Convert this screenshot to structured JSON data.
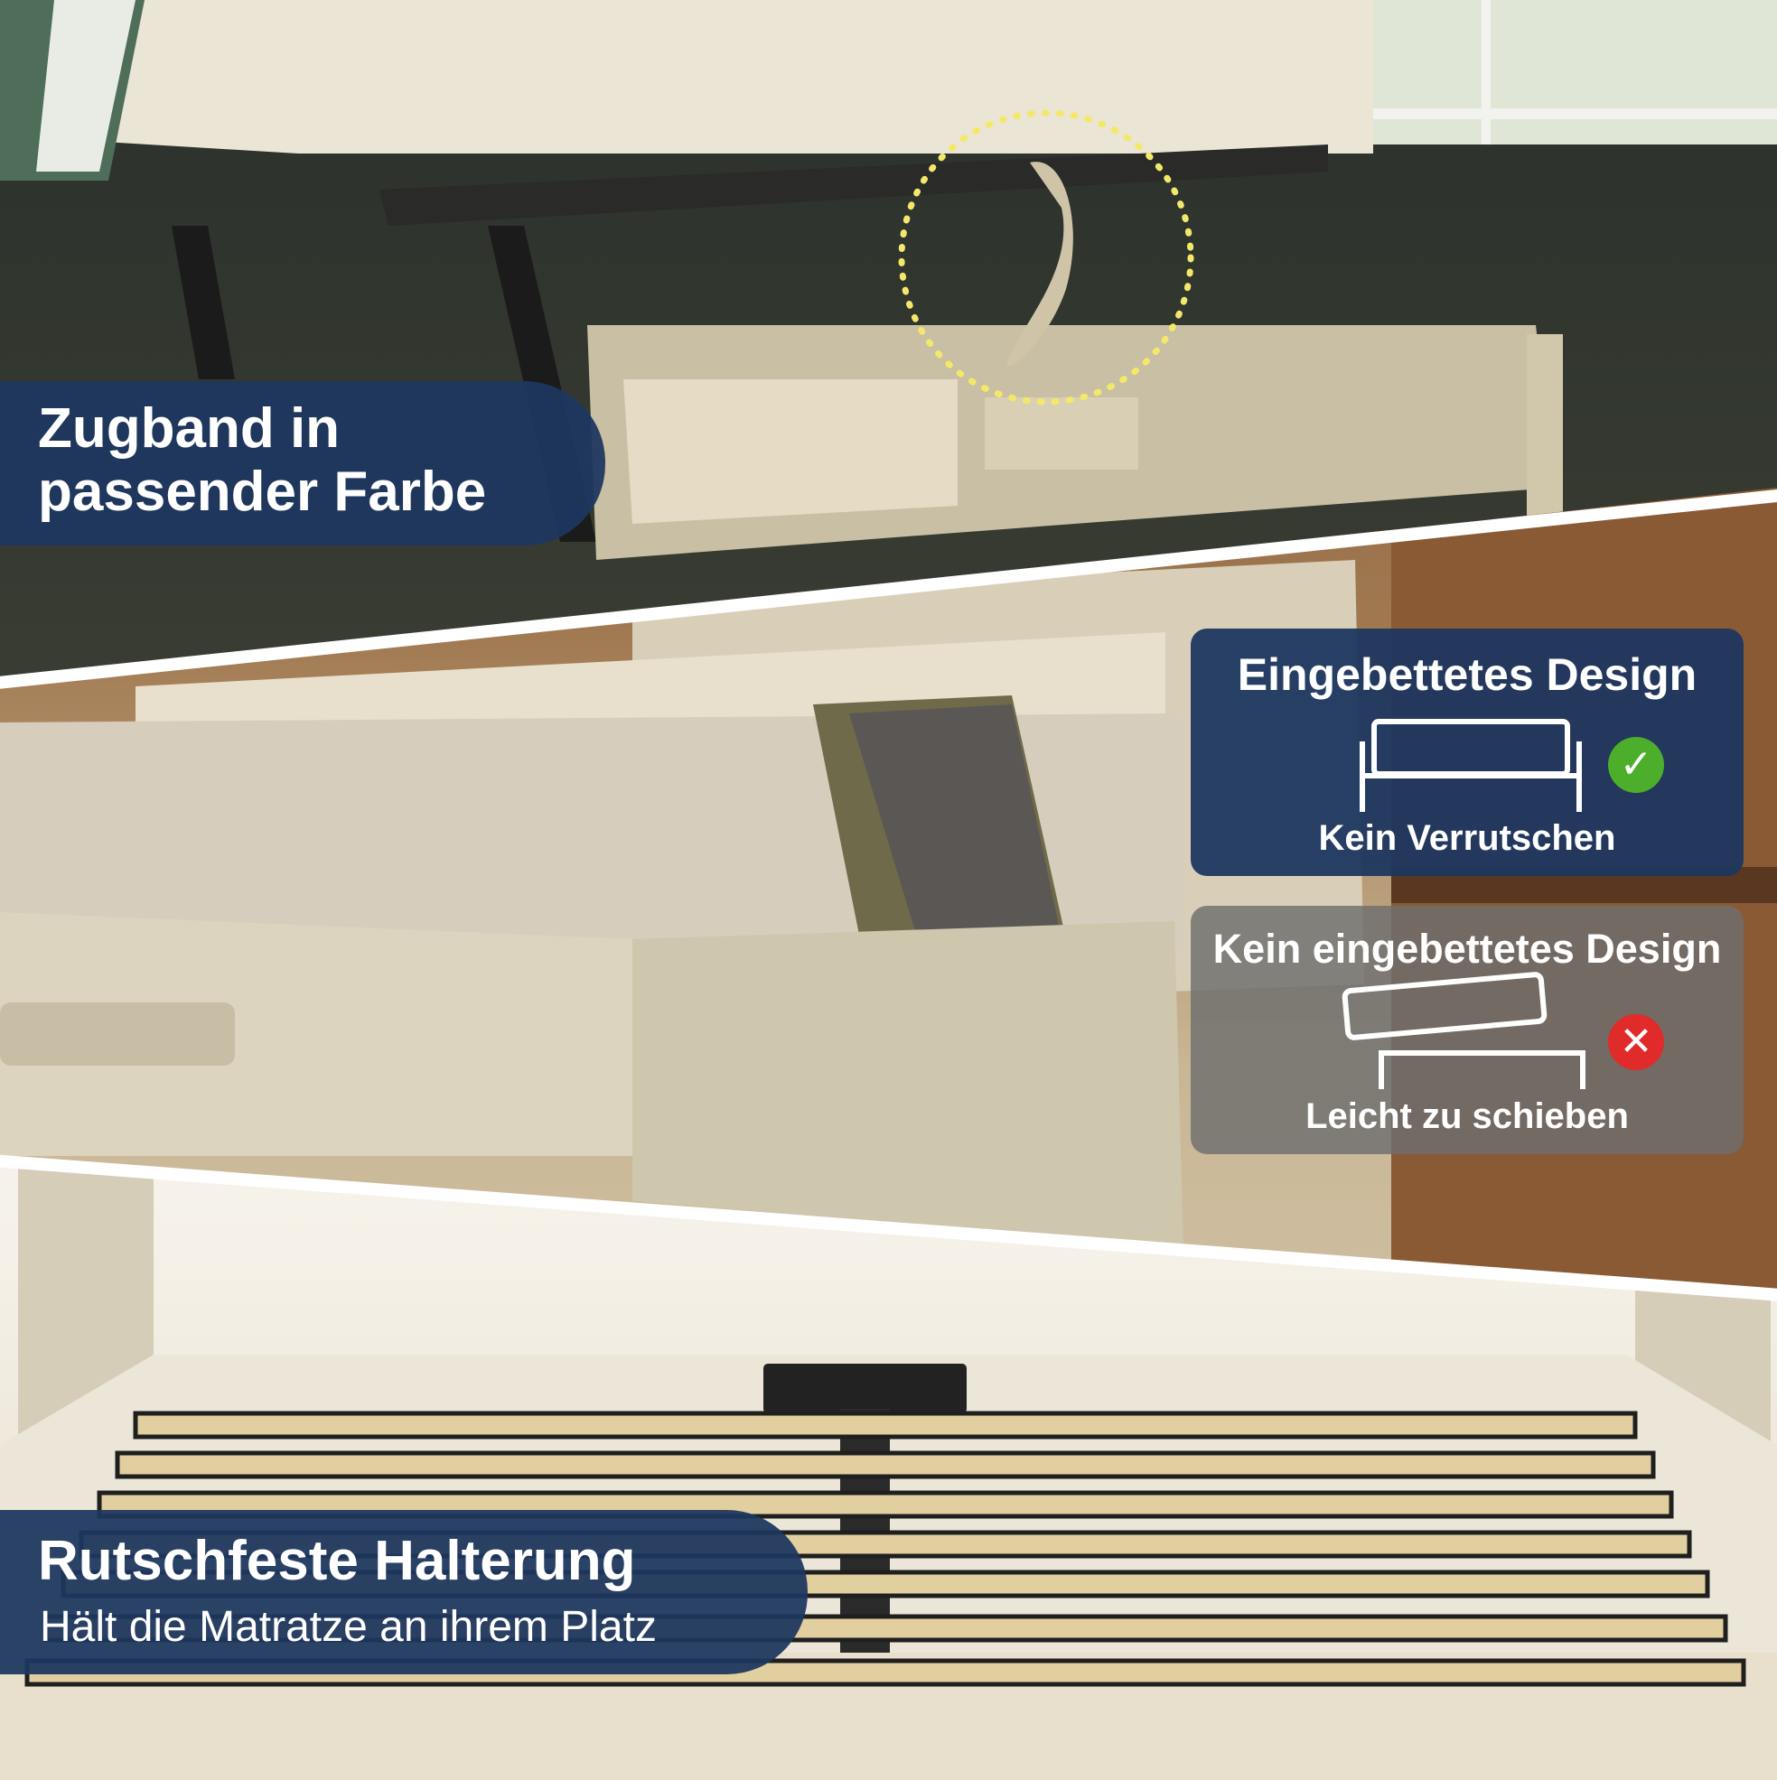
{
  "sections": {
    "top": {
      "title_line1": "Zugband in",
      "title_line2": "passender Farbe"
    },
    "bottom": {
      "title": "Rutschfeste Halterung",
      "subtitle": "Hält die Matratze an ihrem Platz"
    }
  },
  "comparison": {
    "embedded": {
      "title": "Eingebettetes Design",
      "caption": "Kein Verrutschen",
      "status": "check-icon"
    },
    "not_embedded": {
      "title": "Kein eingebettetes Design",
      "caption": "Leicht zu schieben",
      "status": "cross-icon"
    }
  },
  "colors": {
    "label_bg": "#1e375f",
    "check": "#4cae2a",
    "cross": "#e12a2a",
    "fabric": "#d8ceb4"
  }
}
